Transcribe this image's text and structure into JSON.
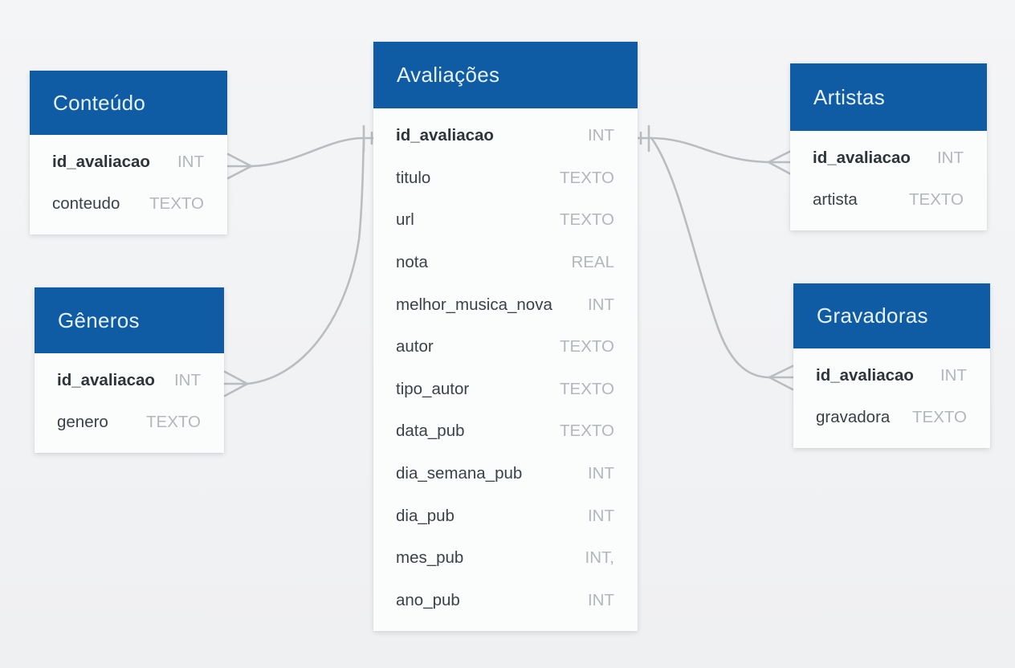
{
  "colors": {
    "header_blue": "#0f5ba4",
    "header_text": "#e7f1fa",
    "field_name": "#3c4147",
    "field_type_gray": "#b3b7bb",
    "connector_gray": "#babdc0",
    "background": "#f1f2f4",
    "table_background": "#fbfcfc"
  },
  "tables": [
    {
      "title": "Conteúdo",
      "fields": [
        {
          "name": "id_avaliacao",
          "type": "INT",
          "pk": true
        },
        {
          "name": "conteudo",
          "type": "TEXTO",
          "pk": false
        }
      ]
    },
    {
      "title": "Gêneros",
      "fields": [
        {
          "name": "id_avaliacao",
          "type": "INT",
          "pk": true
        },
        {
          "name": "genero",
          "type": "TEXTO",
          "pk": false
        }
      ]
    },
    {
      "title": "Avaliações",
      "fields": [
        {
          "name": "id_avaliacao",
          "type": "INT",
          "pk": true
        },
        {
          "name": "titulo",
          "type": "TEXTO",
          "pk": false
        },
        {
          "name": "url",
          "type": "TEXTO",
          "pk": false
        },
        {
          "name": "nota",
          "type": "REAL",
          "pk": false
        },
        {
          "name": "melhor_musica_nova",
          "type": "INT",
          "pk": false
        },
        {
          "name": "autor",
          "type": "TEXTO",
          "pk": false
        },
        {
          "name": "tipo_autor",
          "type": "TEXTO",
          "pk": false
        },
        {
          "name": "data_pub",
          "type": "TEXTO",
          "pk": false
        },
        {
          "name": "dia_semana_pub",
          "type": "INT",
          "pk": false
        },
        {
          "name": "dia_pub",
          "type": "INT",
          "pk": false
        },
        {
          "name": "mes_pub",
          "type": "INT,",
          "pk": false
        },
        {
          "name": "ano_pub",
          "type": "INT",
          "pk": false
        }
      ]
    },
    {
      "title": "Artistas",
      "fields": [
        {
          "name": "id_avaliacao",
          "type": "INT",
          "pk": true
        },
        {
          "name": "artista",
          "type": "TEXTO",
          "pk": false
        }
      ]
    },
    {
      "title": "Gravadoras",
      "fields": [
        {
          "name": "id_avaliacao",
          "type": "INT",
          "pk": true
        },
        {
          "name": "gravadora",
          "type": "TEXTO",
          "pk": false
        }
      ]
    }
  ],
  "relations": [
    {
      "from": "Conteúdo.id_avaliacao",
      "to": "Avaliações.id_avaliacao",
      "from_cardinality": "many",
      "to_cardinality": "one"
    },
    {
      "from": "Gêneros.id_avaliacao",
      "to": "Avaliações.id_avaliacao",
      "from_cardinality": "many",
      "to_cardinality": "one"
    },
    {
      "from": "Avaliações.id_avaliacao",
      "to": "Artistas.id_avaliacao",
      "from_cardinality": "one",
      "to_cardinality": "many"
    },
    {
      "from": "Avaliações.id_avaliacao",
      "to": "Gravadoras.id_avaliacao",
      "from_cardinality": "one",
      "to_cardinality": "many"
    }
  ]
}
